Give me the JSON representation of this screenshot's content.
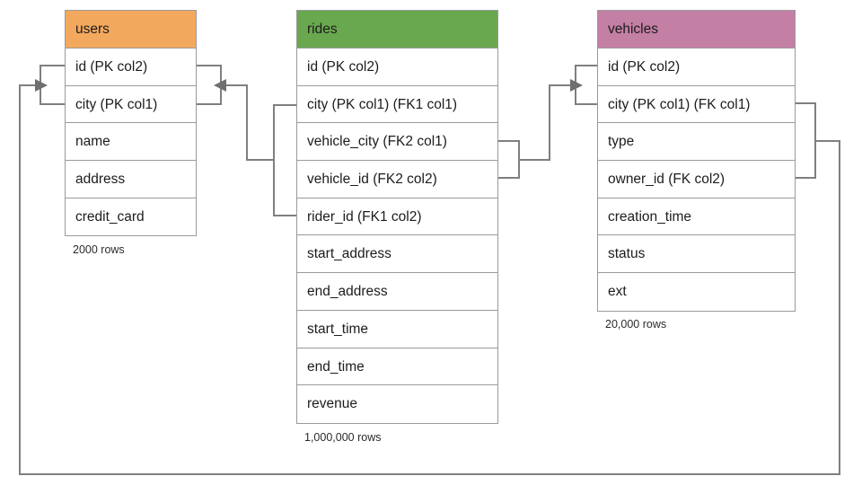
{
  "diagram": {
    "title": "rides database schema",
    "background": "#ffffff",
    "line_color": "#7f7f7f",
    "border_color": "#9a9a9a"
  },
  "tables": [
    {
      "name": "users",
      "header_label": "users",
      "header_color": "#F3A95D",
      "row_count_label": "2000 rows",
      "columns": [
        {
          "label": "id (PK col2)"
        },
        {
          "label": "city (PK col1)"
        },
        {
          "label": "name"
        },
        {
          "label": "address"
        },
        {
          "label": "credit_card"
        }
      ]
    },
    {
      "name": "rides",
      "header_label": "rides",
      "header_color": "#69A84F",
      "row_count_label": "1,000,000 rows",
      "columns": [
        {
          "label": "id (PK col2)"
        },
        {
          "label": "city (PK col1) (FK1 col1)"
        },
        {
          "label": "vehicle_city (FK2 col1)"
        },
        {
          "label": "vehicle_id (FK2 col2)"
        },
        {
          "label": "rider_id (FK1 col2)"
        },
        {
          "label": "start_address"
        },
        {
          "label": "end_address"
        },
        {
          "label": "start_time"
        },
        {
          "label": "end_time"
        },
        {
          "label": "revenue"
        }
      ]
    },
    {
      "name": "vehicles",
      "header_label": "vehicles",
      "header_color": "#C47FA4",
      "row_count_label": "20,000 rows",
      "columns": [
        {
          "label": "id (PK col2)"
        },
        {
          "label": "city (PK col1) (FK col1)"
        },
        {
          "label": "type"
        },
        {
          "label": "owner_id (FK col2)"
        },
        {
          "label": "creation_time"
        },
        {
          "label": "status"
        },
        {
          "label": "ext"
        }
      ]
    }
  ],
  "relationships": [
    {
      "name": "rides-fk1-to-users",
      "from_table": "rides",
      "from_columns": "city (PK col1) (FK1 col1), rider_id (FK1 col2)",
      "to_table": "users",
      "to_columns": "id (PK col2), city (PK col1)",
      "arrow": "points-left-into-users"
    },
    {
      "name": "rides-fk2-to-vehicles",
      "from_table": "rides",
      "from_columns": "vehicle_city (FK2 col1), vehicle_id (FK2 col2)",
      "to_table": "vehicles",
      "to_columns": "id (PK col2), city (PK col1) (FK col1)",
      "arrow": "points-right-into-vehicles"
    },
    {
      "name": "vehicles-fk-to-users",
      "from_table": "vehicles",
      "from_columns": "city (PK col1) (FK col1), owner_id (FK col2)",
      "to_table": "users",
      "to_columns": "id (PK col2), city (PK col1)",
      "arrow": "points-right-into-users"
    }
  ]
}
